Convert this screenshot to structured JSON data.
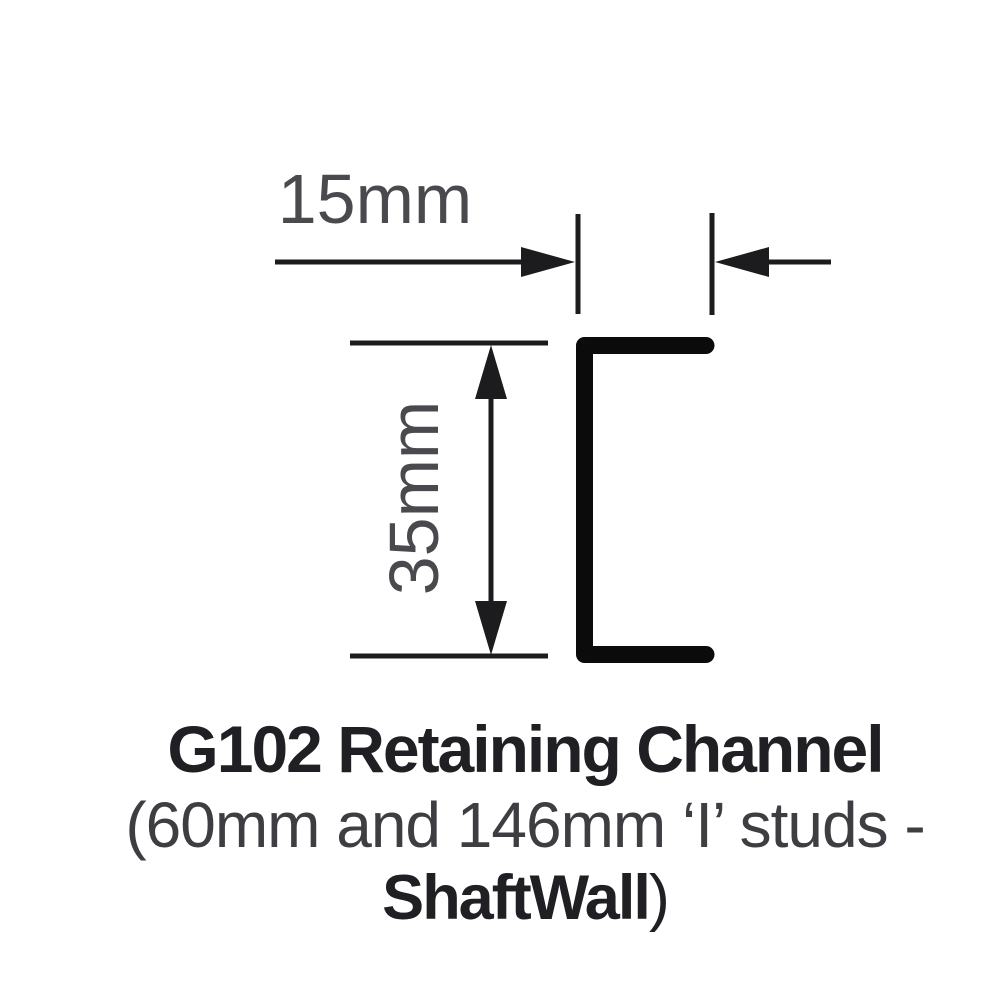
{
  "figure": {
    "type": "technical-profile-diagram",
    "profile": "C-channel cross-section, opening to the right",
    "width_dim": {
      "label": "15mm"
    },
    "height_dim": {
      "label": "35mm"
    },
    "caption": {
      "line1": "G102 Retaining Channel",
      "line2": "(60mm and 146mm ‘I’ studs -",
      "line3_bold": "ShaftWall",
      "line3_close": ")"
    },
    "colors": {
      "background": "#ffffff",
      "line": "#1c1c1e",
      "channel": "#0b0b0c",
      "dim_text": "#4a4a4e",
      "caption_bold": "#202024",
      "caption_regular": "#3e3e42"
    }
  }
}
